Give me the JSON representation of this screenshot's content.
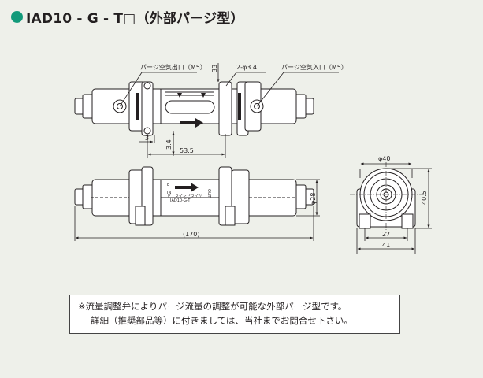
{
  "header": {
    "title": "IAD10 - G - T□（外部パージ型）"
  },
  "drawing": {
    "labels": {
      "purge_outlet": "パージ空気出口（M5）",
      "holes": "2-φ3.4",
      "purge_inlet": "パージ空気入口（M5）",
      "dim_33": "33",
      "dim_3": "3",
      "dim_3_4": "3.4",
      "dim_53_5": "53.5",
      "dim_170": "(170)",
      "dim_phi28": "φ28",
      "dim_phi40": "φ40",
      "dim_40_5": "40.5",
      "dim_27": "27",
      "dim_41": "41",
      "body_mark_1": "E",
      "body_mark_2": "IN",
      "body_mark_3": "OUT",
      "body_text_1": "ドーラインドライヤ",
      "body_text_2": "IAD10-G-T"
    }
  },
  "note": {
    "line1": "※流量調整弁によりパージ流量の調整が可能な外部パージ型です。",
    "line2": "詳細（推奨部品等）に付きましては、当社までお問合せ下さい。"
  },
  "colors": {
    "accent": "#129a7a",
    "background": "#eef0ea",
    "body_fill": "#ffffff",
    "line": "#231f20"
  }
}
